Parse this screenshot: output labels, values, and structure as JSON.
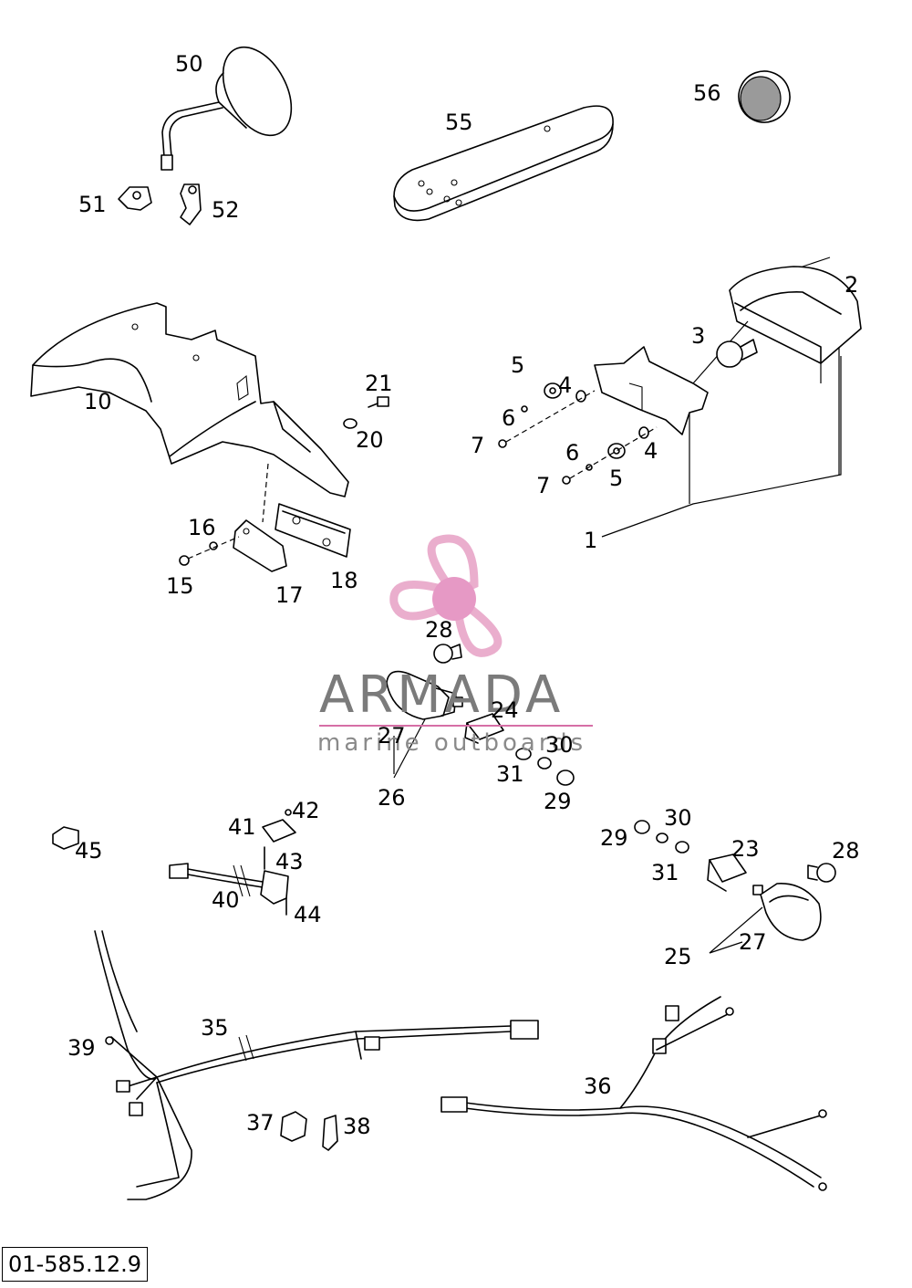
{
  "diagram": {
    "callouts": [
      "50",
      "51",
      "52",
      "55",
      "56",
      "2",
      "3",
      "10",
      "21",
      "20",
      "5",
      "4",
      "6",
      "7",
      "6",
      "4",
      "7",
      "5",
      "1",
      "16",
      "15",
      "17",
      "18",
      "28",
      "24",
      "27",
      "30",
      "31",
      "26",
      "29",
      "42",
      "41",
      "43",
      "45",
      "40",
      "44",
      "29",
      "30",
      "23",
      "28",
      "31",
      "25",
      "27",
      "35",
      "39",
      "36",
      "37",
      "38"
    ],
    "reference_number": "01-585.12.9"
  },
  "watermark": {
    "brand": "ARMADA",
    "tagline": "marine outboards",
    "colors": {
      "text": "#7b7b7b",
      "logo": "#e8a6c8",
      "logo_center": "#e48fbf",
      "rule": "#d66fa6"
    }
  }
}
